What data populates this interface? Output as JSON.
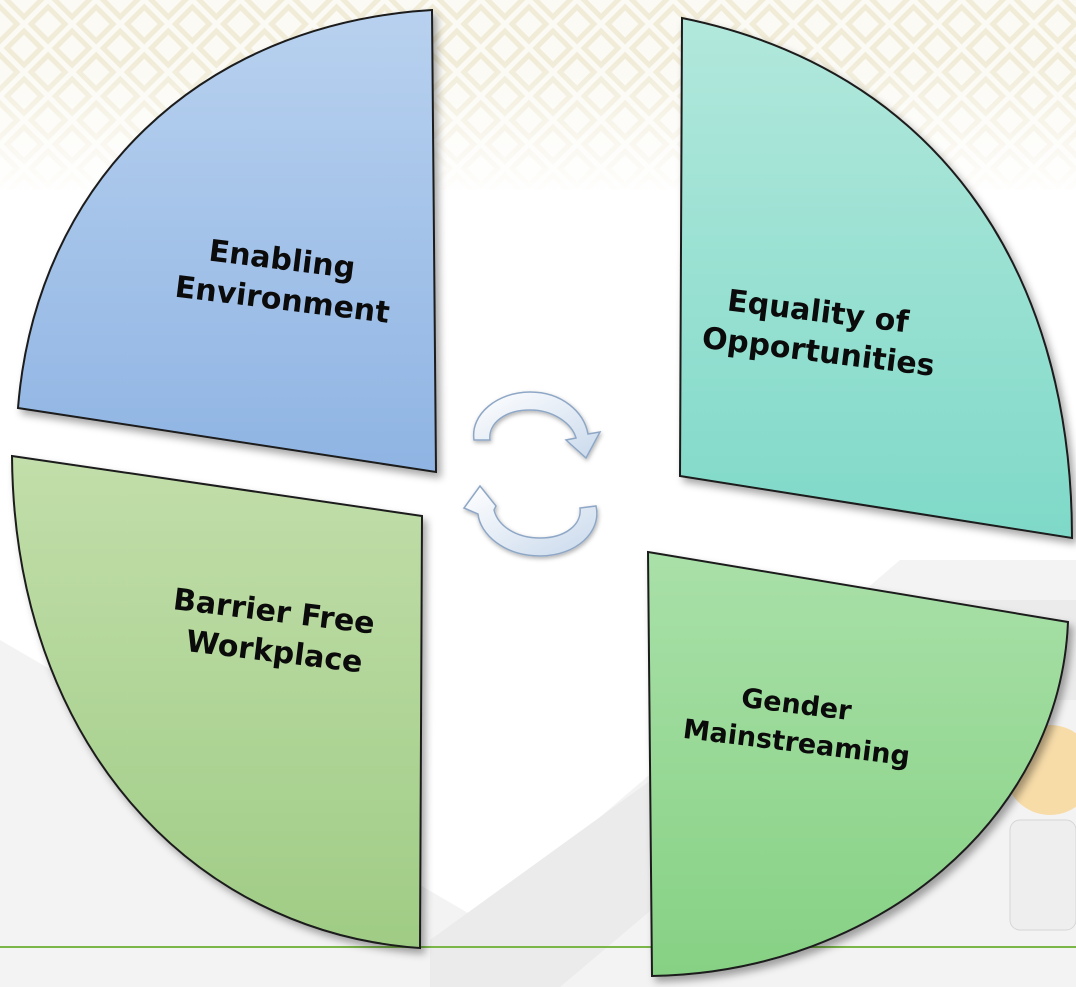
{
  "diagram": {
    "quadrants": [
      {
        "id": "enabling-environment",
        "lines": [
          "Enabling",
          "Environment"
        ]
      },
      {
        "id": "equality-of-opportunities",
        "lines": [
          "Equality of",
          "Opportunities"
        ]
      },
      {
        "id": "barrier-free-workplace",
        "lines": [
          "Barrier Free",
          "Workplace"
        ]
      },
      {
        "id": "gender-mainstreaming",
        "lines": [
          "Gender",
          "Mainstreaming"
        ]
      }
    ],
    "center_icon": "cycle-arrows-icon"
  },
  "colors": {
    "blue_top": "#b8d1ef",
    "blue_bottom": "#8fb4e3",
    "teal_top": "#b2e8dc",
    "teal_bottom": "#7fd9c8",
    "green_top": "#c2deaa",
    "green_bottom": "#9fcc85",
    "green2_top": "#a9e0a8",
    "green2_bottom": "#86d184",
    "footer_line": "#7ab648"
  }
}
